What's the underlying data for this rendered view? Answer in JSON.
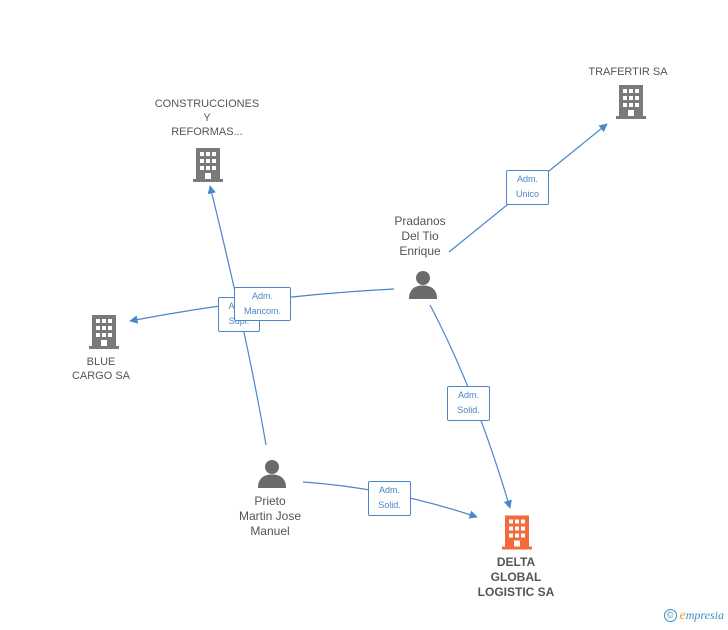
{
  "colors": {
    "edge": "#4a86c8",
    "company_icon": "#7a7a7a",
    "main_company_icon": "#f26b3a",
    "person_icon": "#6b6b6b",
    "label_text": "#555555"
  },
  "nodes": [
    {
      "id": "construcciones",
      "kind": "company",
      "lines": [
        "CONSTRUCCIONES",
        "Y",
        "REFORMAS..."
      ]
    },
    {
      "id": "trafertir",
      "kind": "company",
      "lines": [
        "TRAFERTIR SA"
      ]
    },
    {
      "id": "blue-cargo",
      "kind": "company",
      "lines": [
        "BLUE",
        "CARGO SA"
      ]
    },
    {
      "id": "delta",
      "kind": "main-company",
      "lines": [
        "DELTA",
        "GLOBAL",
        "LOGISTIC SA"
      ]
    },
    {
      "id": "pradanos",
      "kind": "person",
      "lines": [
        "Pradanos",
        "Del Tio",
        "Enrique"
      ]
    },
    {
      "id": "prieto",
      "kind": "person",
      "lines": [
        "Prieto",
        "Martin Jose",
        "Manuel"
      ]
    }
  ],
  "edges": [
    {
      "id": "pradanos-trafertir",
      "from": "pradanos",
      "to": "trafertir",
      "label": [
        "Adm.",
        "Unico"
      ]
    },
    {
      "id": "pradanos-blue",
      "from": "pradanos",
      "to": "blue-cargo",
      "label": [
        "Adm.",
        "Mancom."
      ]
    },
    {
      "id": "prieto-construcciones",
      "from": "prieto",
      "to": "construcciones",
      "label": [
        "Adm.",
        "Supl."
      ]
    },
    {
      "id": "pradanos-delta",
      "from": "pradanos",
      "to": "delta",
      "label": [
        "Adm.",
        "Solid."
      ]
    },
    {
      "id": "prieto-delta",
      "from": "prieto",
      "to": "delta",
      "label": [
        "Adm.",
        "Solid."
      ]
    }
  ],
  "watermark": {
    "copyright": "©",
    "brand_first": "e",
    "brand_rest": "mpresia"
  }
}
